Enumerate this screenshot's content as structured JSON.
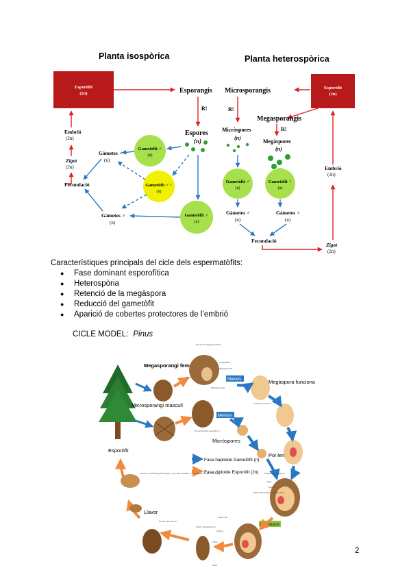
{
  "diagram1": {
    "title": "Planta isospòrica",
    "sporophyte": "Esporòfit",
    "sporophyte_ploidy": "(2n)",
    "sporangium": "Esporangis",
    "meiosis": "R!",
    "spores": "Espores",
    "spores_ploidy": "(n)",
    "gametophyte_male": "Gametòfit ♂",
    "gametophyte_herm": "Gametòfit ♂♀",
    "gametophyte_female": "Gametòfit ♀",
    "gam_ploidy": "(n)",
    "gametes_male": "Gàmetes ♂",
    "gametes_male_ploidy": "(n)",
    "gametes_female": "Gàmetes ♀",
    "gametes_female_ploidy": "(n)",
    "embryo": "Embrió",
    "embryo_ploidy": "(2n)",
    "zygote": "Zigot",
    "zygote_ploidy": "(2n)",
    "fertilization": "Fecundació"
  },
  "diagram2": {
    "title": "Planta heterospòrica",
    "sporophyte": "Esporòfit",
    "sporophyte_ploidy": "(2n)",
    "microsporangia": "Microsporangis",
    "megasporangia": "Megasporangis",
    "meiosis": "R!",
    "microspores": "Micròspores",
    "megaspores": "Megàspores",
    "spores_ploidy": "(n)",
    "gametophyte_male": "Gametòfit ♂",
    "gametophyte_female": "Gametòfit ♀",
    "gam_ploidy": "(n)",
    "gametes_male": "Gàmetes ♂",
    "gametes_female": "Gàmetes ♀",
    "gametes_ploidy": "(n)",
    "fertilization": "Fecundació",
    "zygote": "Zigot",
    "zygote_ploidy": "(2n)",
    "embryo": "Embrió",
    "embryo_ploidy": "(2n)"
  },
  "characteristics": {
    "heading": "Característiques principals del cicle dels espermatòfits:",
    "items": [
      "Fase dominant esporofítica",
      "Heterospòria",
      "Retenció de la megàspora",
      "Reducció del gametòfit",
      "Aparició de cobertes protectores de l’embrió"
    ]
  },
  "model": {
    "label": "CICLE MODEL:",
    "genus": "Pinus"
  },
  "pinus": {
    "sporophyte": "Esporòfit",
    "megasporangium": "Megasporangi femení",
    "microsporangium": "Microsporangi masculí",
    "functional_megaspore": "Megàspora funcional",
    "microspores": "Micròspores",
    "pollen": "Pol·len",
    "meiosis1": "Meiosis",
    "meiosis2": "Meiosis",
    "fertilization": "Fertilització",
    "germination": "Llavor",
    "legend_haploid": "Fase haploide Gametòfit (n)",
    "legend_diploid": "Fase diploide Esporòfit (2n)",
    "color_haploid": "#2b78c2",
    "color_diploid": "#f08a3c",
    "small_labels": {
      "ovule_scale": "Escata de megasporòfil·le",
      "integument": "Integument",
      "megasporocyte": "Megasporòcit",
      "ovule": "Òvul",
      "megasporangium_small": "Megasporangi",
      "pollen_chamber": "Cambra pol·línica",
      "microsporangia_small": "Escata de microsporòfil·le",
      "seedcoat_text": "Seedcoat / Female gametophyte / provides nutrients / developing embryo / Embryo",
      "female_gametophyte": "Female gametophyte",
      "egg": "Egg",
      "sperm": "Sperm",
      "pollen_tube": "Male gametophyte (pollen tube)",
      "seeds_scale": "Escata amb llavors",
      "seed": "Seed coat",
      "zygote": "Zygote",
      "wing": "Wing",
      "seed2": "Seed",
      "ovule_megasp": "Òvul i megasporòcit"
    }
  },
  "page_number": "2"
}
